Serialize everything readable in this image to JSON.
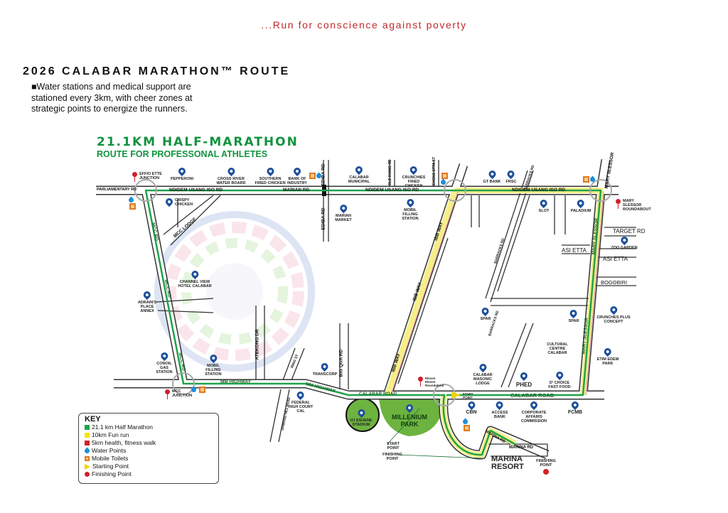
{
  "header": {
    "tagline": "...Run for conscience against poverty",
    "title": "2026 CALABAR MARATHON™ ROUTE",
    "description": "■Water stations and medical support are stationed every 3km, with cheer zones at strategic points to energize the runners."
  },
  "route_title": {
    "line1": "21.1KM HALF-MARATHON",
    "line2": "ROUTE FOR PROFESSONAL ATHLETES"
  },
  "colors": {
    "half_marathon": "#1fa34a",
    "fun_run": "#f2e600",
    "fitness_walk": "#d0202a",
    "water": "#1e8fd6",
    "toilets": "#e07a1d",
    "park": "#6db33f",
    "poi_pin": "#1c4f9c",
    "tagline": "#c0272d",
    "title_green": "#13933f"
  },
  "map": {
    "roads": [
      "PARLIAMENTARY RD",
      "NDIDEM USANG ISO RD",
      "MARIAN RD",
      "EDIBA RD",
      "OLD IKANG RD",
      "EKONG ETTA ST",
      "BARRACKS RD",
      "MARY SLESSOR",
      "MCC LODGE",
      "MCC RD",
      "IBB WAY",
      "TARGET RD",
      "ASI ETTA",
      "BOGOBIRI",
      "MM HIGHWAY",
      "ATEKONG DR",
      "RING ST",
      "BIG QUA RD",
      "DIAMOND HILL ROAD",
      "CALABAR ROAD",
      "MARINA RD"
    ],
    "pois": [
      "EFFIO ETTE\nJUNCTION",
      "PEPPERONI",
      "CROSS RIVER\nWATER BOARD",
      "SOUTHERN\nFRIED CHICKEN",
      "BANK OF\nINDUSTRY",
      "CALABAR\nMUNICIPAL",
      "CRUNCHIES\nFRIED\nCHICKEN",
      "GT BANK",
      "FRSC",
      "CRISPY\nCHICKEN",
      "MARIAN\nMARKET",
      "MOBIL\nFILLING\nSTATION",
      "SLOT",
      "PALADIUM",
      "MARY\nSLESSOR\nROUNDABOUT",
      "ZOO GARDEN",
      "CHANNEL VIEW\nHOTEL CALABAR",
      "ADRAIN'S\nPLACE\nANNEX",
      "SPAR",
      "SPAR",
      "CRUNCHES PLUS\nCONCEPT",
      "CULTURAL\nCENTRE\nCALABAR",
      "ETIM EDEM\nPARK",
      "CONOIL\nGAS\nSTATION",
      "MOBIL\nFILLING\nSTATION",
      "TRANSCORP",
      "CALABAR\nMASONIC\nLODGE",
      "PHED",
      "D' CHOICE\nFAST FOOD",
      "MCC\nJUNCTION",
      "FEDERAL\nHIGH COURT\nCAL",
      "Eleven\nEleven\nRoundabout",
      "UJ ESUENE\nSTADIUM",
      "MILLENIUM\nPARK",
      "CBN",
      "ACCESS\nBANK",
      "CORPORATE\nAFFAIRS\nCOMMISSION",
      "FCMB",
      "MARINA\nRESORT"
    ],
    "markers": {
      "start": "START\nPOINT",
      "finish": "FINISHING\nPOINT"
    }
  },
  "legend": {
    "title": "KEY",
    "items": [
      "21.1 km Half Marathon",
      "10km Fun run",
      "5km health, fitness walk",
      "Water Points",
      "Mobile Toilets",
      "Starting Point",
      "Finishing Point"
    ]
  }
}
